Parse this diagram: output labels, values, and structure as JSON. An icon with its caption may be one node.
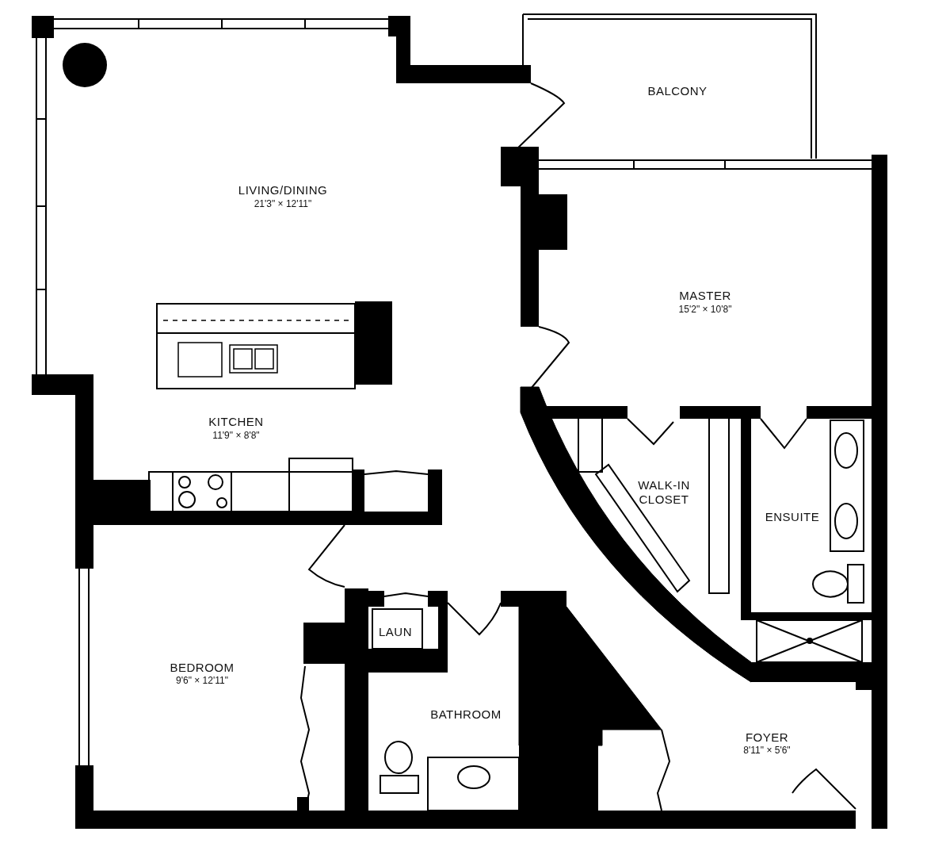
{
  "diagram": {
    "labels": [
      "BALCONY",
      "LIVING/DINING",
      "21'3\" × 12'11\"",
      "MASTER",
      "15'2\" × 10'8\"",
      "KITCHEN",
      "11'9\" × 8'8\"",
      "WALK-IN CLOSET",
      "ENSUITE",
      "LAUN",
      "BEDROOM",
      "9'6\" × 12'11\"",
      "BATHROOM",
      "FOYER",
      "8'11\" × 5'6\""
    ]
  }
}
